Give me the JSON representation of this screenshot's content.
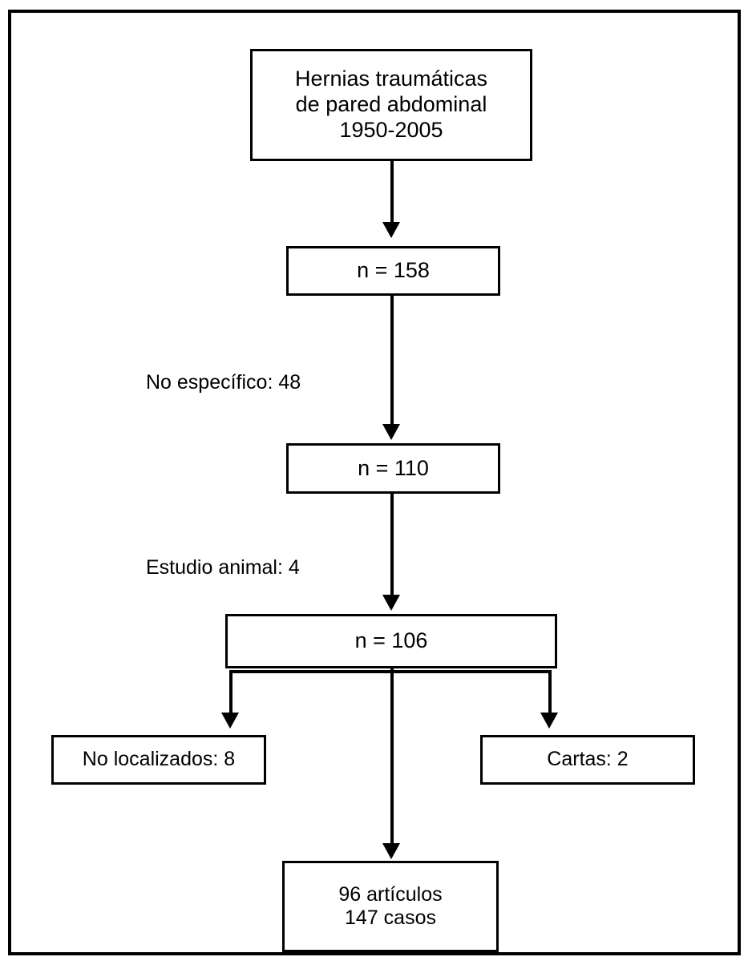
{
  "diagram": {
    "title_hidden": "",
    "nodes": {
      "source": {
        "id": "source-box",
        "text": "Hernias traumáticas\nde pared abdominal\n1950-2005"
      },
      "n158": {
        "id": "n158-box",
        "text": "n = 158"
      },
      "n110": {
        "id": "n110-box",
        "text": "n = 110"
      },
      "n106": {
        "id": "n106-box",
        "text": "n = 106"
      },
      "not_found": {
        "id": "no-localizados-box",
        "text": "No localizados: 8"
      },
      "letters": {
        "id": "cartas-box",
        "text": "Cartas: 2"
      },
      "final": {
        "id": "final-box",
        "text": "96 artículos\n147 casos"
      }
    },
    "exclusion_labels": {
      "not_specific": "No específico: 48",
      "animal_study": "Estudio animal: 4"
    },
    "colors": {
      "line": "#000000",
      "background": "#ffffff",
      "text": "#000000"
    }
  },
  "chart_data": {
    "type": "flowchart",
    "title": "Hernias traumáticas de pared abdominal 1950-2005",
    "nodes": [
      {
        "label": "Hernias traumáticas de pared abdominal 1950-2005",
        "value": null,
        "level": 0
      },
      {
        "label": "n = 158",
        "value": 158,
        "level": 1
      },
      {
        "label": "n = 110",
        "value": 110,
        "level": 2
      },
      {
        "label": "n = 106",
        "value": 106,
        "level": 3
      },
      {
        "label": "No localizados: 8",
        "value": 8,
        "level": 4
      },
      {
        "label": "Cartas: 2",
        "value": 2,
        "level": 4
      },
      {
        "label": "96 artículos 147 casos",
        "value": 96,
        "level": 5
      }
    ],
    "exclusions": [
      {
        "label": "No específico",
        "value": 48,
        "from": "n = 158",
        "to": "n = 110"
      },
      {
        "label": "Estudio animal",
        "value": 4,
        "from": "n = 110",
        "to": "n = 106"
      },
      {
        "label": "No localizados",
        "value": 8,
        "from": "n = 106"
      },
      {
        "label": "Cartas",
        "value": 2,
        "from": "n = 106"
      }
    ],
    "edges": [
      {
        "from": "Hernias traumáticas de pared abdominal 1950-2005",
        "to": "n = 158"
      },
      {
        "from": "n = 158",
        "to": "n = 110"
      },
      {
        "from": "n = 110",
        "to": "n = 106"
      },
      {
        "from": "n = 106",
        "to": "No localizados: 8"
      },
      {
        "from": "n = 106",
        "to": "Cartas: 2"
      },
      {
        "from": "n = 106",
        "to": "96 artículos 147 casos"
      }
    ]
  }
}
